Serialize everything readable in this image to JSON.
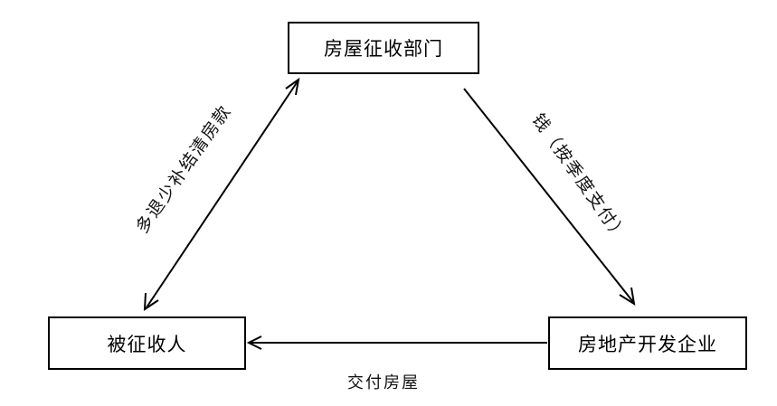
{
  "nodes": {
    "top": "房屋征收部门",
    "left": "被征收人",
    "right": "房地产开发企业"
  },
  "edges": {
    "left_label": "多退少补结清房款",
    "right_label": "钱（按季度支付）",
    "bottom_label": "交付房屋"
  }
}
